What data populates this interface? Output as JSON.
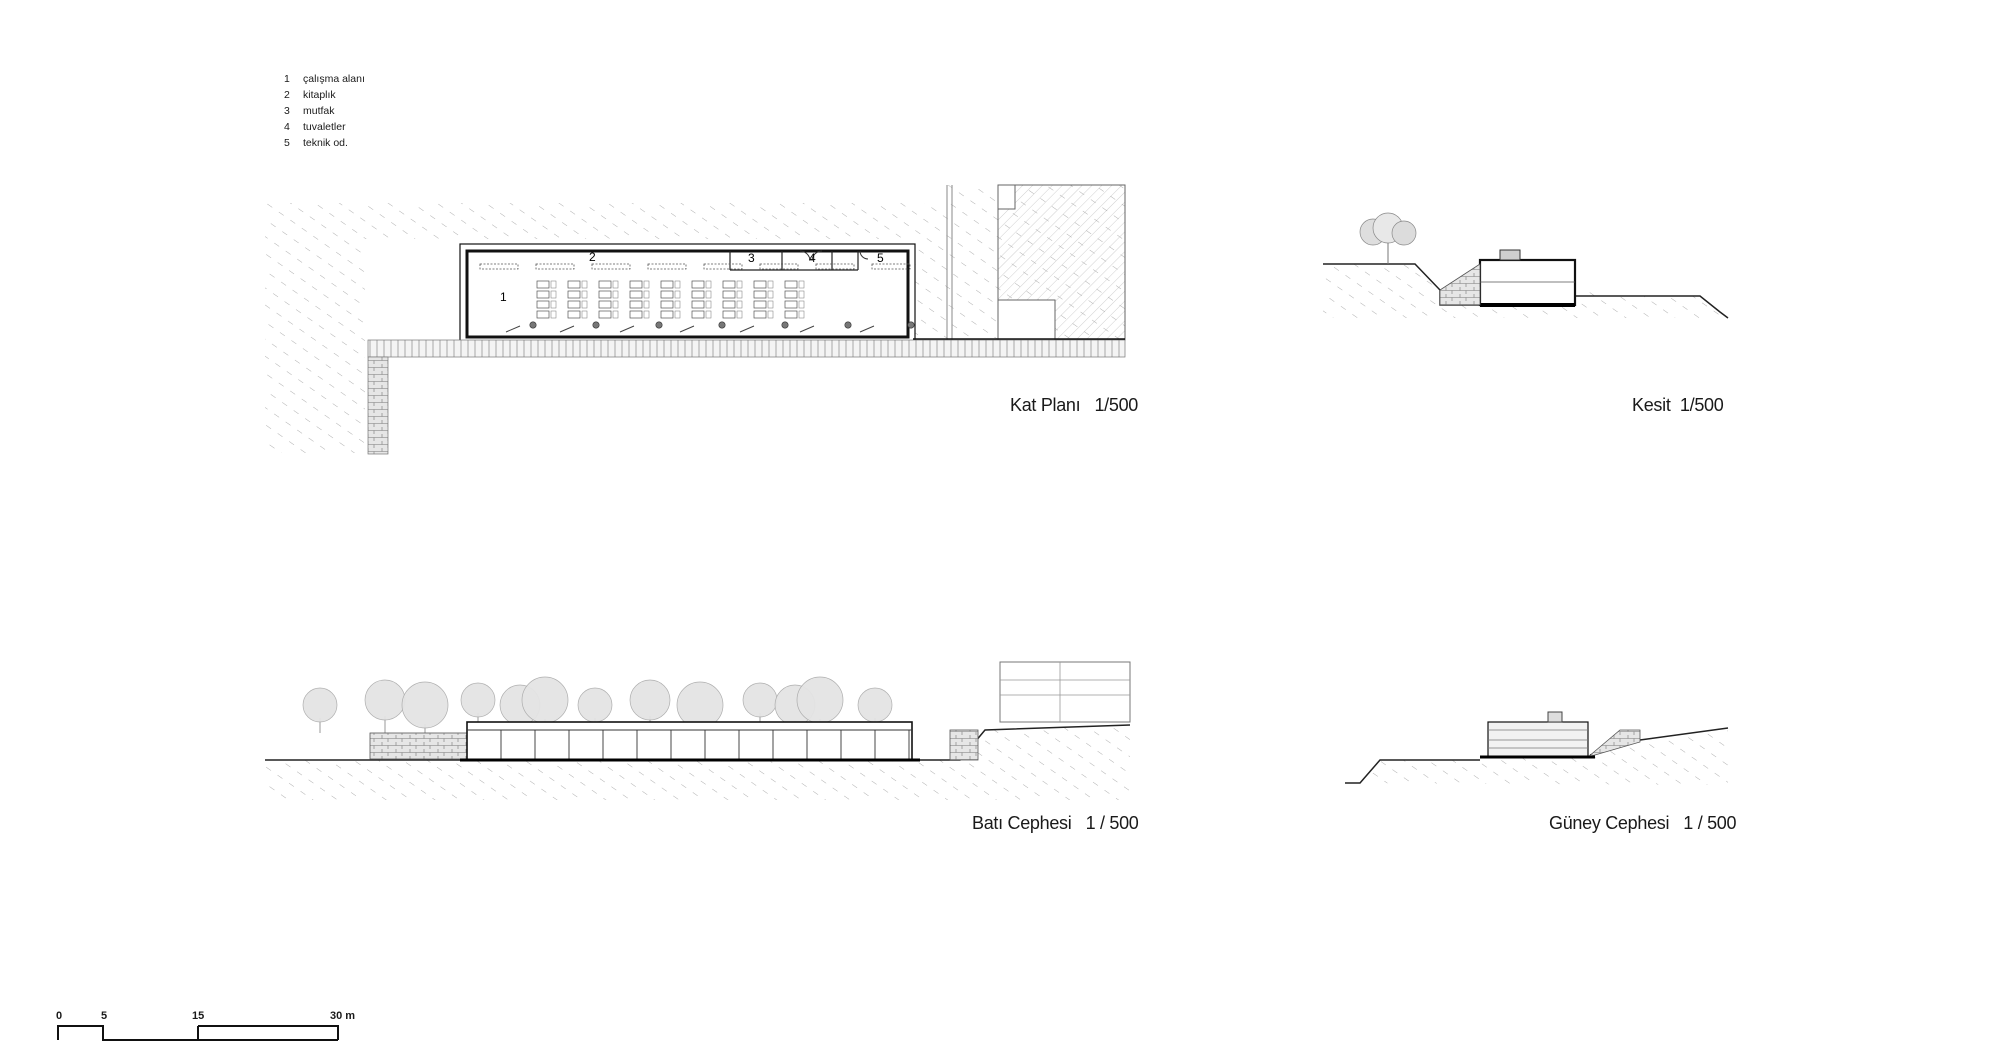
{
  "legend": [
    {
      "num": "1",
      "label": "çalışma alanı"
    },
    {
      "num": "2",
      "label": "kitaplık"
    },
    {
      "num": "3",
      "label": "mutfak"
    },
    {
      "num": "4",
      "label": "tuvaletler"
    },
    {
      "num": "5",
      "label": "teknik od."
    }
  ],
  "plan_tags": [
    "1",
    "2",
    "3",
    "4",
    "5"
  ],
  "captions": {
    "plan": "Kat Planı   1/500",
    "section": "Kesit  1/500",
    "west": "Batı Cephesi   1 / 500",
    "south": "Güney Cephesi   1 / 500"
  },
  "scale_bar": {
    "ticks": [
      "0",
      "5",
      "15",
      "30 m"
    ]
  }
}
